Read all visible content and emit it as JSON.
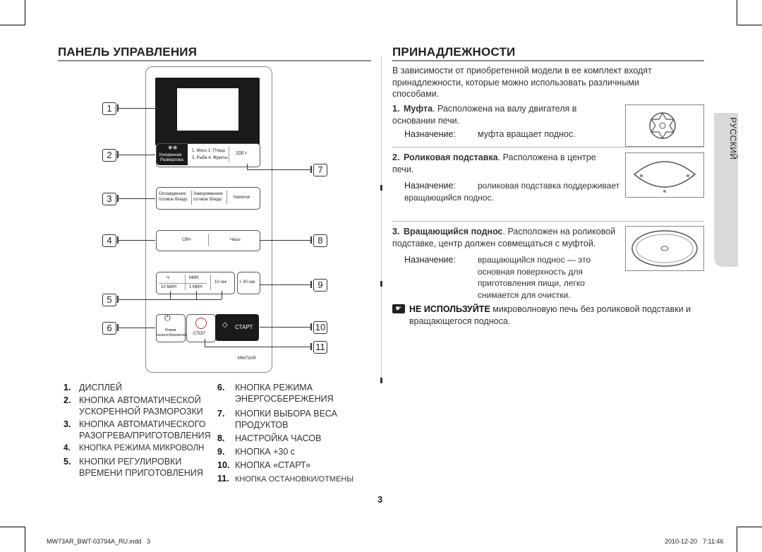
{
  "left_section": {
    "title": "ПАНЕЛЬ УПРАВЛЕНИЯ",
    "callouts": [
      "1",
      "2",
      "3",
      "4",
      "5",
      "6",
      "7",
      "8",
      "9",
      "10",
      "11"
    ],
    "panel": {
      "btn2_line1": "1. Мясо 2. Птица",
      "btn2_line2": "3. Рыба 4. Фрукты",
      "btn2_right": "100 г",
      "btn2_dark1": "Ускоренная",
      "btn2_dark2": "Разморозка",
      "btn3_a1": "Охлажденное",
      "btn3_a2": "готовое блюдо",
      "btn3_b1": "Замороженное",
      "btn3_b2": "готовое блюдо",
      "btn3_c": "Напитки",
      "btn4_a": "СВЧ",
      "btn4_b": "Часы",
      "btn5_h": "Ч",
      "btn5_h10": "10 МИН",
      "btn5_m": "МИН",
      "btn5_m1": "1 МИН",
      "btn5_s": "10 сек",
      "btn9": "+ 30 сек",
      "eco1": "Режим",
      "eco2": "энергосбережения",
      "stop": "СТОП",
      "start": "СТАРТ",
      "model": "MW73AR"
    },
    "legend_col1": [
      {
        "num": "1.",
        "text": "ДИСПЛЕЙ"
      },
      {
        "num": "2.",
        "text": "КНОПКА АВТОМАТИЧЕСКОЙ"
      },
      {
        "num": "",
        "text": "УСКОРЕННОЙ РАЗМОРОЗКИ"
      },
      {
        "num": "3.",
        "text": "КНОПКА АВТОМАТИЧЕСКОГО"
      },
      {
        "num": "",
        "text": "РАЗОГРЕВА/ПРИГОТОВЛЕНИЯ"
      },
      {
        "num": "4.",
        "text": "КНОПКА РЕЖИМА МИКРОВОЛН"
      },
      {
        "num": "5.",
        "text": "КНОПКИ РЕГУЛИРОВКИ"
      },
      {
        "num": "",
        "text": "ВРЕМЕНИ ПРИГОТОВЛЕНИЯ"
      }
    ],
    "legend_col2": [
      {
        "num": "6.",
        "text": "КНОПКА РЕЖИМА"
      },
      {
        "num": "",
        "text": "ЭНЕРГОСБЕРЕЖЕНИЯ"
      },
      {
        "num": "7.",
        "text": "КНОПКИ ВЫБОРА ВЕСА"
      },
      {
        "num": "",
        "text": "ПРОДУКТОВ"
      },
      {
        "num": "8.",
        "text": "НАСТРОЙКА ЧАСОВ"
      },
      {
        "num": "9.",
        "text": "КНОПКА +30 с"
      },
      {
        "num": "10.",
        "text": "КНОПКА «СТАРТ»"
      },
      {
        "num": "11.",
        "text": "КНОПКА ОСТАНОВКИ/ОТМЕНЫ"
      }
    ]
  },
  "right_section": {
    "title": "ПРИНАДЛЕЖНОСТИ",
    "intro": "В зависимости от приобретенной модели в ее комплект входят принадлежности, которые можно использовать различными способами.",
    "items": [
      {
        "num": "1.",
        "name": "Муфта",
        "desc": ". Расположена на валу двигателя в основании печи.",
        "purpose_label": "Назначение:",
        "purpose": "муфта вращает поднос."
      },
      {
        "num": "2.",
        "name": "Роликовая подставка",
        "desc": ". Расположена в центре печи.",
        "purpose_label": "Назначение:",
        "purpose": "роликовая подставка поддерживает вращающийся поднос."
      },
      {
        "num": "3.",
        "name": "Вращающийся поднос",
        "desc": ". Расположен на роликовой подставке, центр должен совмещаться с муфтой.",
        "purpose_label": "Назначение:",
        "purpose": "вращающийся поднос — это основная поверхность для приготовления пищи, легко снимается для очистки."
      }
    ],
    "warning_bold": "НЕ ИСПОЛЬЗУЙТЕ",
    "warning_text": " микроволновую печь без роликовой подставки и вращающегося подноса.",
    "side_tab": "РУССКИЙ"
  },
  "page_number": "3",
  "footer": {
    "file": "MW73AR_BWT-03794A_RU.indd   3",
    "date": "2010-12-20",
    "time": "7:11:46"
  }
}
